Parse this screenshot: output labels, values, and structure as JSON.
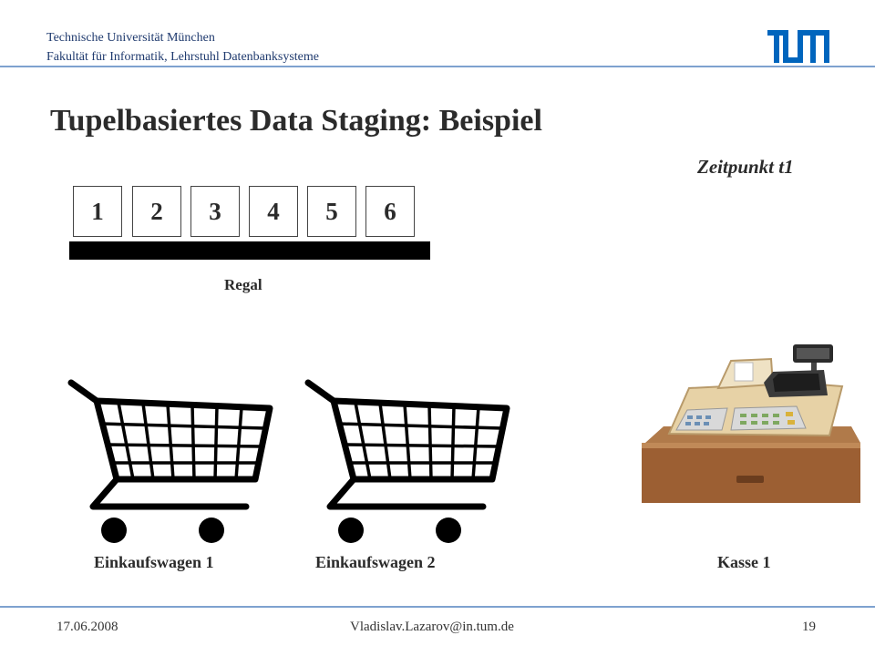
{
  "header": {
    "university": "Technische Universität München",
    "faculty": "Fakultät für Informatik, Lehrstuhl Datenbanksysteme",
    "logo_text": "TUM"
  },
  "slide": {
    "title": "Tupelbasiertes Data Staging: Beispiel",
    "timepoint": "Zeitpunkt t1",
    "shelf_items": [
      "1",
      "2",
      "3",
      "4",
      "5",
      "6"
    ],
    "shelf_label": "Regal",
    "cart1_label": "Einkaufswagen 1",
    "cart2_label": "Einkaufswagen 2",
    "register_label": "Kasse 1"
  },
  "footer": {
    "date": "17.06.2008",
    "email": "Vladislav.Lazarov@in.tum.de",
    "page": "19"
  },
  "colors": {
    "header_text": "#1f3a6e",
    "rule_line": "#7ea2cf",
    "logo": "#0065bd"
  }
}
